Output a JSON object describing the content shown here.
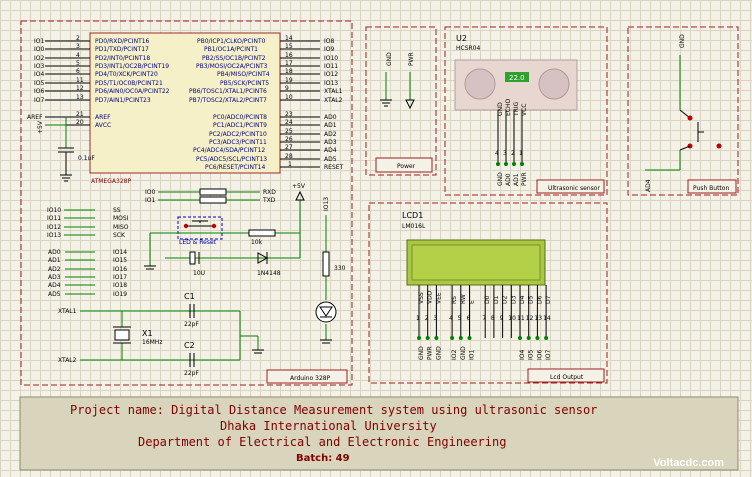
{
  "mcu": {
    "chip_name": "ATMEGA328P",
    "left_labels": [
      "IO1",
      "IO0",
      "IO2",
      "IO3",
      "IO4",
      "IO5",
      "IO6",
      "IO7"
    ],
    "left_pins": [
      "2",
      "3",
      "4",
      "5",
      "6",
      "11",
      "12",
      "13"
    ],
    "left_names": [
      "PD0/RXD/PCINT16",
      "PD1/TXD/PCINT17",
      "PD2/INT0/PCINT18",
      "PD3/INT1/OC2B/PCINT19",
      "PD4/T0/XCK/PCINT20",
      "PD5/T1/OC0B/PCINT21",
      "PD6/AIN0/OC0A/PCINT22",
      "PD7/AIN1/PCINT23"
    ],
    "right_names": [
      "PB0/ICP1/CLKO/PCINT0",
      "PB1/OC1A/PCINT1",
      "PB2/SS/OC1B/PCINT2",
      "PB3/MOSI/OC2A/PCINT3",
      "PB4/MISO/PCINT4",
      "PB5/SCK/PCINT5",
      "PB6/TOSC1/XTAL1/PCINT6",
      "PB7/TOSC2/XTAL2/PCINT7"
    ],
    "right_pins": [
      "14",
      "15",
      "16",
      "17",
      "18",
      "19",
      "9",
      "10"
    ],
    "right_labels": [
      "IO8",
      "IO9",
      "IO10",
      "IO11",
      "IO12",
      "IO13",
      "XTAL1",
      "XTAL2"
    ],
    "aref_label": "AREF",
    "avcc_label": "AVCC",
    "aref_pin": "21",
    "avcc_pin": "20",
    "aref_name": "AREF",
    "avcc_name": "AVCC",
    "pc_names": [
      "PC0/ADC0/PCINT8",
      "PC1/ADC1/PCINT9",
      "PC2/ADC2/PCINT10",
      "PC3/ADC3/PCINT11",
      "PC4/ADC4/SDA/PCINT12",
      "PC5/ADC5/SCL/PCINT13",
      "PC6/RESET/PCINT14"
    ],
    "pc_pins": [
      "23",
      "24",
      "25",
      "26",
      "27",
      "28",
      "1"
    ],
    "pc_labels": [
      "AD0",
      "AD1",
      "AD2",
      "AD3",
      "AD4",
      "AD5",
      "RESET"
    ],
    "cap_value": "0.1uF",
    "vcc_label": "+5V"
  },
  "aux": {
    "io0": "IO0",
    "io1": "IO1",
    "rxd": "RXD",
    "txd": "TXD",
    "spi_left": [
      "IO10",
      "IO11",
      "IO12",
      "IO13"
    ],
    "spi_right": [
      "SS",
      "MOSI",
      "MISO",
      "SCK"
    ],
    "ad_left": [
      "AD0",
      "AD1",
      "AD2",
      "AD3",
      "AD4",
      "AD5"
    ],
    "ad_right": [
      "IO14",
      "IO15",
      "IO16",
      "IO17",
      "IO18",
      "IO19"
    ],
    "vcc": "+5V",
    "led_reset": "LED & Reset",
    "res_10k": "10k",
    "cap_10u": "10U",
    "diode": "1N4148",
    "io13": "IO13",
    "res_330": "330",
    "c1": "C1",
    "c2": "C2",
    "c1_val": "22pF",
    "c2_val": "22pF",
    "x1": "X1",
    "x1_val": "16MHz",
    "xtal1": "XTAL1",
    "xtal2": "XTAL2"
  },
  "power": {
    "gnd": "GND",
    "pwr": "PWR",
    "title": "Power"
  },
  "sensor": {
    "ref": "U2",
    "model": "HCSR04",
    "display": "22.0",
    "pins": [
      "GND",
      "ECHO",
      "TRIG",
      "VCC"
    ],
    "pin_nums": [
      "4",
      "3",
      "2",
      "1"
    ],
    "nets": [
      "GND",
      "AD0",
      "AD1",
      "PWR"
    ],
    "title": "Ultrasonic sensor"
  },
  "button": {
    "gnd": "GND",
    "ad4": "AD4",
    "title": "Push Button"
  },
  "lcd": {
    "ref": "LCD1",
    "model": "LM016L",
    "pins": [
      "VSS",
      "VDD",
      "VEE",
      "RS",
      "RW",
      "E",
      "D0",
      "D1",
      "D2",
      "D3",
      "D4",
      "D5",
      "D6",
      "D7"
    ],
    "pin_nums": [
      "1",
      "2",
      "3",
      "4",
      "5",
      "6",
      "7",
      "8",
      "9",
      "10",
      "11",
      "12",
      "13",
      "14"
    ],
    "nets": [
      "GND",
      "PWR",
      "GND",
      "IO2",
      "GND",
      "IO1",
      "IO4",
      "IO5",
      "IO6",
      "IO7"
    ],
    "title": "Lcd Output"
  },
  "arduino_title": "Arduino 328P",
  "title_block": {
    "line1": "Project name: Digital Distance Measurement system using ultrasonic sensor",
    "line2": "Dhaka International University",
    "line3": "Department of Electrical and Electronic Engineering",
    "line4": "Batch: 49"
  },
  "watermark": "Voltacdc.com"
}
